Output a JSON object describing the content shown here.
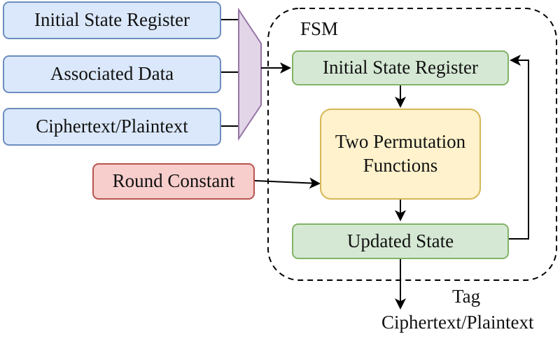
{
  "inputs": {
    "initial_state_register": "Initial State Register",
    "associated_data": "Associated Data",
    "ciphertext_plaintext": "Ciphertext/Plaintext",
    "round_constant": "Round Constant"
  },
  "fsm": {
    "label": "FSM",
    "initial_state_register": "Initial State Register",
    "permutation_line1": "Two Permutation",
    "permutation_line2": "Functions",
    "updated_state": "Updated State"
  },
  "outputs": {
    "tag": "Tag",
    "ciphertext_plaintext": "Ciphertext/Plaintext"
  },
  "colors": {
    "input_fill": "#dbe8fb",
    "input_stroke": "#6c8ebf",
    "state_fill": "#d5e8d4",
    "state_stroke": "#82b366",
    "permutation_fill": "#fff2cc",
    "permutation_stroke": "#d6b656",
    "constant_fill": "#f8cecc",
    "constant_stroke": "#b85450",
    "mux_fill": "#e1d5e7",
    "mux_stroke": "#9673a6"
  }
}
